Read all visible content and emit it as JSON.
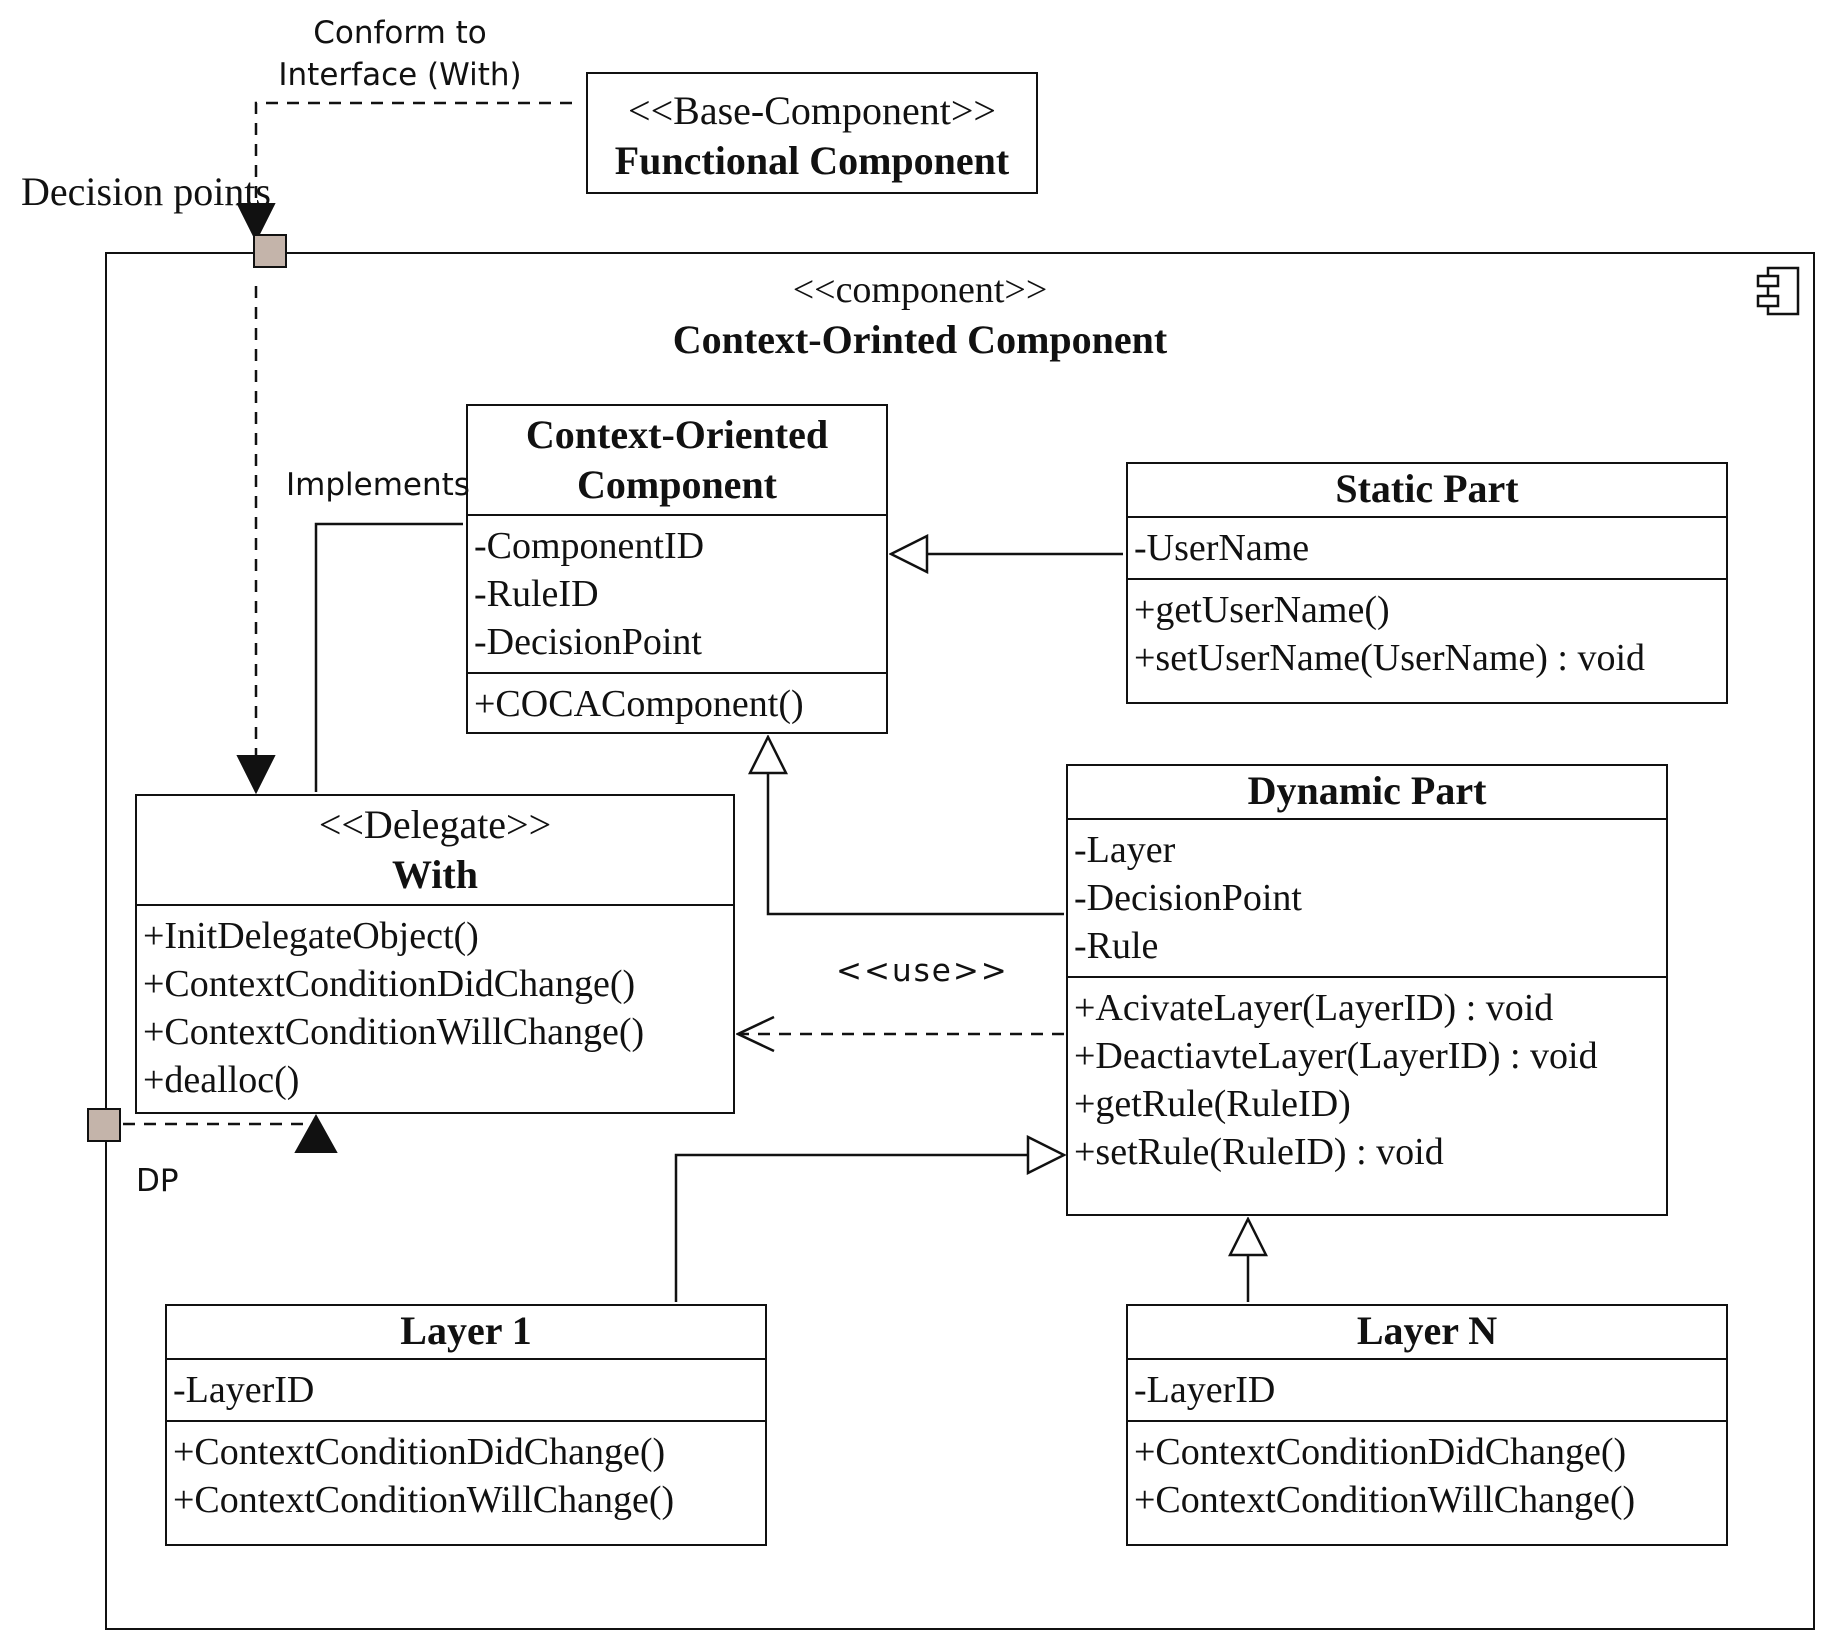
{
  "base": {
    "stereotype": "<<Base-Component>>",
    "name": "Functional Component"
  },
  "frame": {
    "stereotype": "<<component>>",
    "name": "Context-Orinted Component",
    "icon": "component-icon"
  },
  "labels": {
    "conform": [
      "Conform to",
      "Interface (With)"
    ],
    "decision_points": "Decision points",
    "implements": "Implements",
    "use": "<<use>>",
    "dp": "DP"
  },
  "classes": {
    "coc": {
      "name": [
        "Context-Oriented",
        "Component"
      ],
      "attributes": [
        "-ComponentID",
        "-RuleID",
        "-DecisionPoint"
      ],
      "operations": [
        "+COCAComponent()"
      ]
    },
    "static": {
      "name": "Static Part",
      "attributes": [
        "-UserName"
      ],
      "operations": [
        "+getUserName()",
        "+setUserName(UserName) : void"
      ]
    },
    "with": {
      "stereotype": "<<Delegate>>",
      "name": "With",
      "operations": [
        "+InitDelegateObject()",
        "+ContextConditionDidChange()",
        "+ContextConditionWillChange()",
        "+dealloc()"
      ]
    },
    "dynamic": {
      "name": "Dynamic Part",
      "attributes": [
        "-Layer",
        "-DecisionPoint",
        "-Rule"
      ],
      "operations": [
        "+AcivateLayer(LayerID) : void",
        "+DeactiavteLayer(LayerID) : void",
        "+getRule(RuleID)",
        "+setRule(RuleID) : void"
      ]
    },
    "layer1": {
      "name": "Layer 1",
      "attributes": [
        "-LayerID"
      ],
      "operations": [
        "+ContextConditionDidChange()",
        "+ContextConditionWillChange()"
      ]
    },
    "layerN": {
      "name": "Layer N",
      "attributes": [
        "-LayerID"
      ],
      "operations": [
        "+ContextConditionDidChange()",
        "+ContextConditionWillChange()"
      ]
    }
  }
}
